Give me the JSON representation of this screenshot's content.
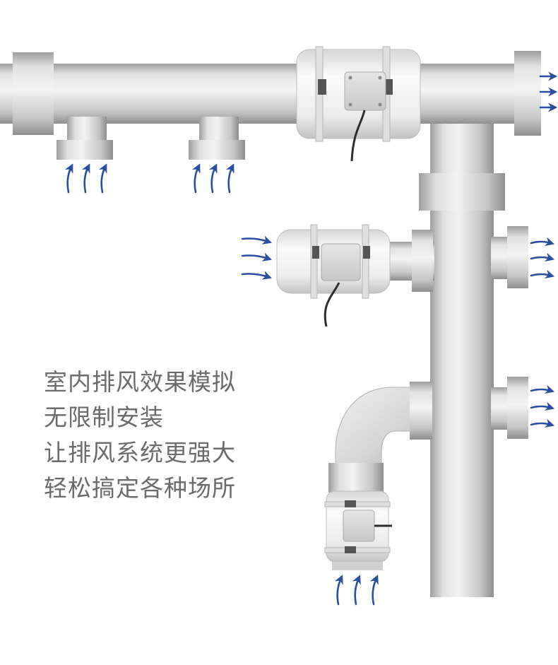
{
  "caption": {
    "lines": [
      "室内排风效果模拟",
      "无限制安装",
      "让排风系统更强大",
      "轻松搞定各种场所"
    ]
  },
  "colors": {
    "pipe_light": "#efefef",
    "pipe_mid": "#cfcfcf",
    "pipe_dark": "#a9a9a9",
    "fan_body": "#f4f4f4",
    "motor_box": "#d9d9d9",
    "airflow_arrow": "#2a4fa0",
    "caption_text": "#6b6b6b"
  },
  "icons": {
    "airflow": "arrow-icon",
    "fan": "inline-duct-fan",
    "cable": "power-cable"
  }
}
